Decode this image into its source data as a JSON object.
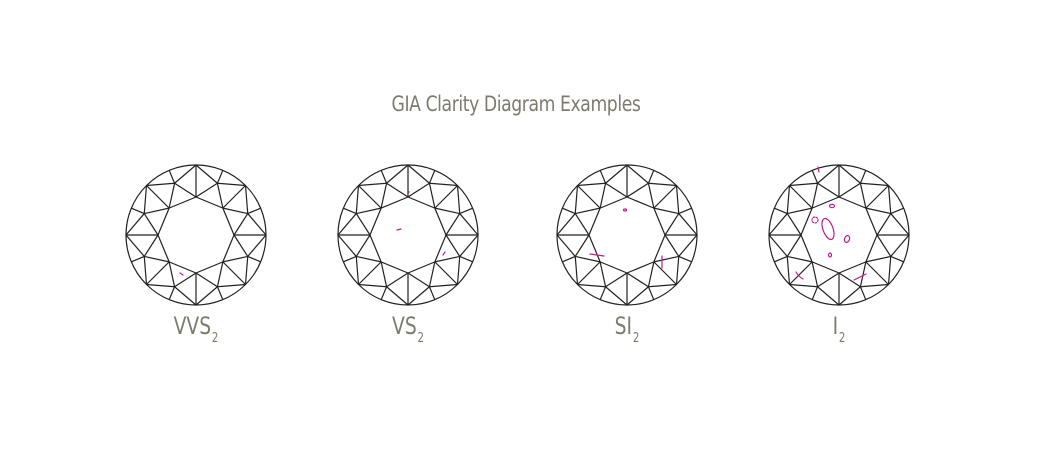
{
  "title": "GIA Clarity Diagram Examples",
  "ink_color": "#222222",
  "inclusion_color": "#c8198a",
  "text_color": "#7d7a6e",
  "grades": [
    {
      "main": "VVS",
      "sub": "2"
    },
    {
      "main": "VS",
      "sub": "2"
    },
    {
      "main": "SI",
      "sub": "2"
    },
    {
      "main": "I",
      "sub": "2"
    }
  ]
}
